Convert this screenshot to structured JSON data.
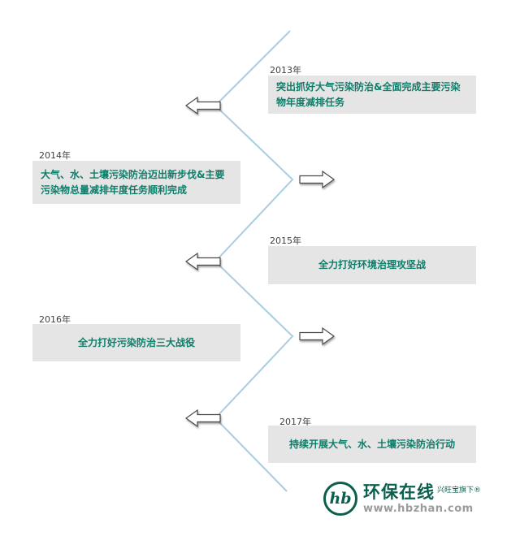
{
  "timeline": {
    "items": [
      {
        "year": "2013年",
        "text": "突出抓好大气污染防治&全面完成主要污染物年度减排任务",
        "side": "right"
      },
      {
        "year": "2014年",
        "text": "大气、水、土壤污染防治迈出新步伐&主要污染物总量减排年度任务顺利完成",
        "side": "left"
      },
      {
        "year": "2015年",
        "text": "全力打好环境治理攻坚战",
        "side": "right"
      },
      {
        "year": "2016年",
        "text": "全力打好污染防治三大战役",
        "side": "left"
      },
      {
        "year": "2017年",
        "text": "持续开展大气、水、土壤污染防治行动",
        "side": "right"
      }
    ]
  },
  "watermark": {
    "logo_monogram": "hb",
    "brand": "环保在线",
    "suffix": "兴旺宝旗下®",
    "url": "www.hbzhan.com"
  },
  "colors": {
    "zigzag_line": "#a9cde2",
    "box_background": "#e5e5e5",
    "box_text": "#0e7d6a",
    "arrow_fill": "#ffffff",
    "arrow_outline": "#4a4a4a",
    "year_text": "#3f3f3f",
    "brand_green": "#0b5f4e",
    "url_text": "#9b9b9b"
  }
}
